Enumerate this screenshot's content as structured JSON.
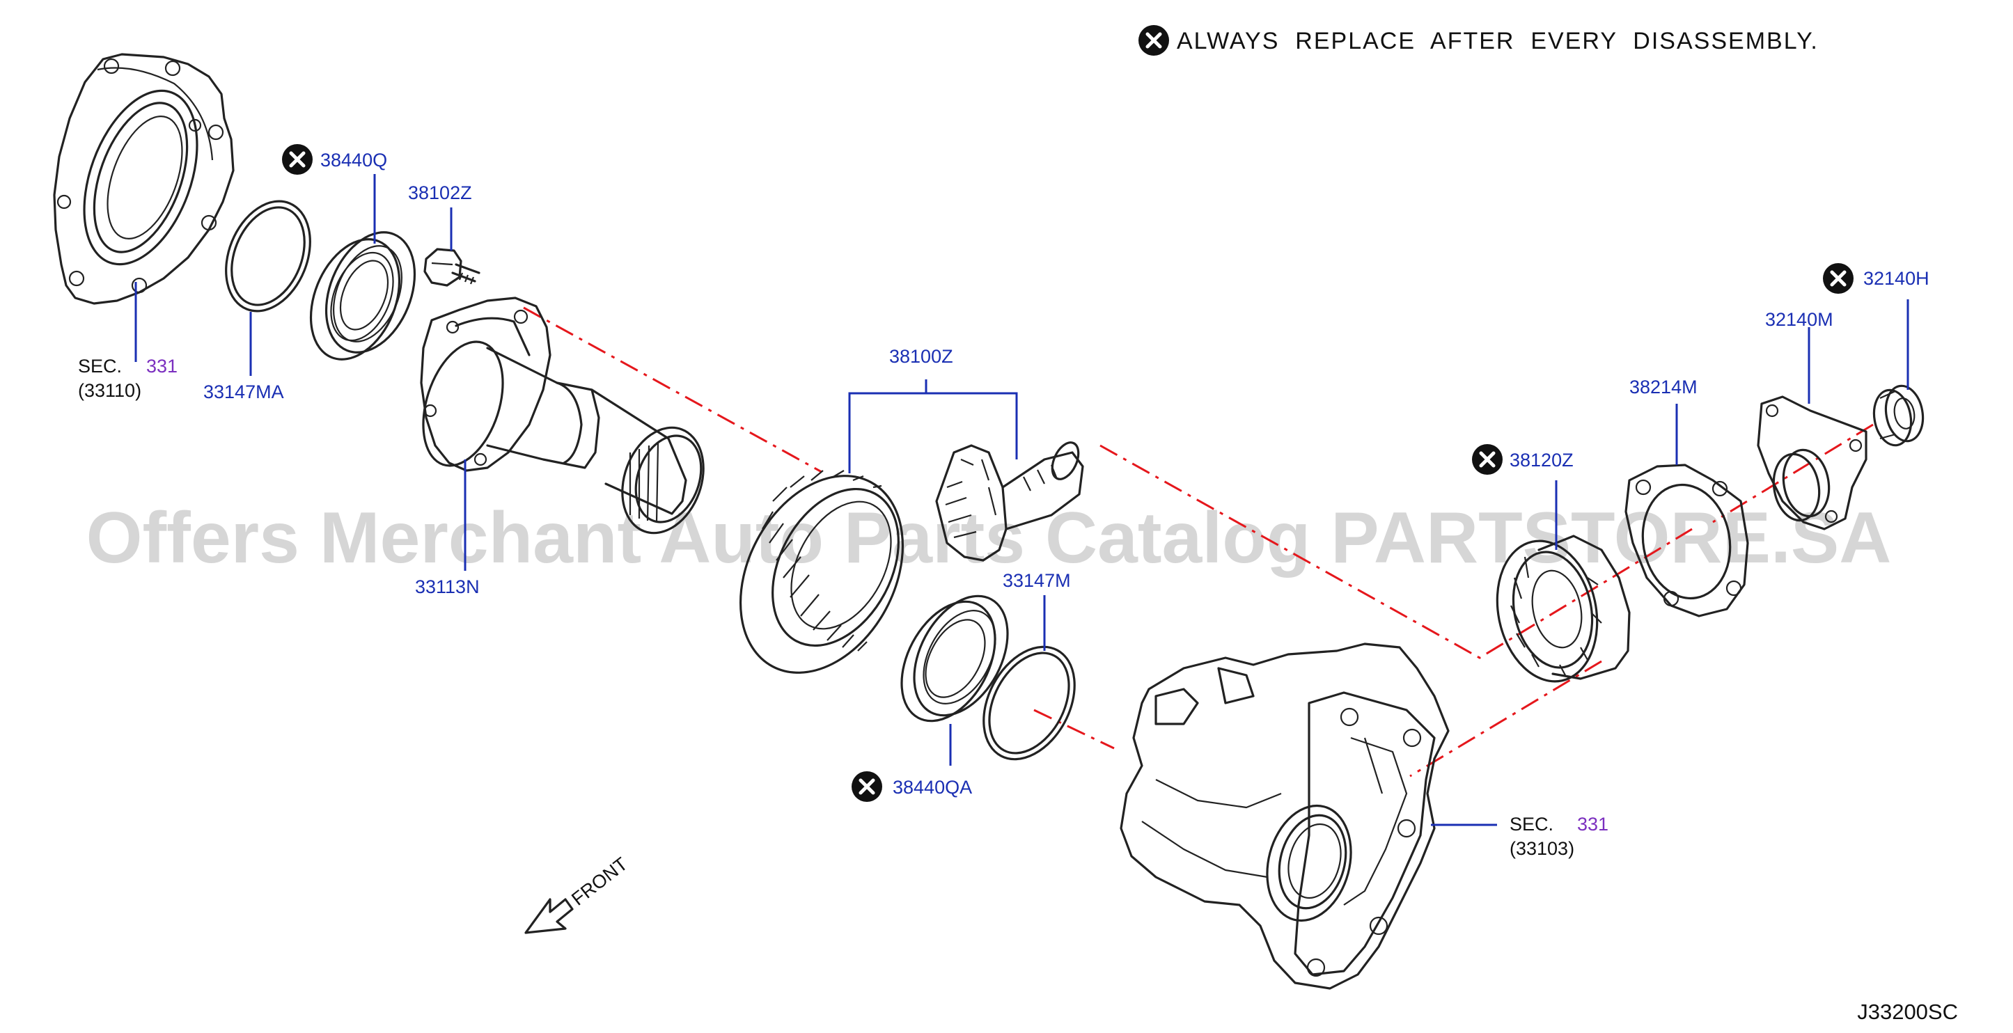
{
  "note": {
    "text": "ALWAYS  REPLACE  AFTER  EVERY  DISASSEMBLY.",
    "symbol": "replace-symbol-icon"
  },
  "watermark": "Offers Merchant Auto Parts Catalog PARTSTORE.SA",
  "diagram_code": "J33200SC",
  "front_label": "FRONT",
  "colors": {
    "part_label": "#1a2fb3",
    "section_link": "#7b2fbf",
    "center_line": "#e5171c",
    "ink": "#222222",
    "watermark": "#cfcfcf"
  },
  "parts": [
    {
      "id": "38440Q",
      "replace": true
    },
    {
      "id": "38102Z",
      "replace": false
    },
    {
      "id": "33147MA",
      "replace": false
    },
    {
      "id": "33113N",
      "replace": false
    },
    {
      "id": "38100Z",
      "replace": false
    },
    {
      "id": "33147M",
      "replace": false
    },
    {
      "id": "38440QA",
      "replace": true
    },
    {
      "id": "38120Z",
      "replace": true
    },
    {
      "id": "38214M",
      "replace": false
    },
    {
      "id": "32140M",
      "replace": false
    },
    {
      "id": "32140H",
      "replace": true
    }
  ],
  "sections": [
    {
      "prefix": "SEC.",
      "number": "331",
      "ref": "(33110)"
    },
    {
      "prefix": "SEC.",
      "number": "331",
      "ref": "(33103)"
    }
  ]
}
